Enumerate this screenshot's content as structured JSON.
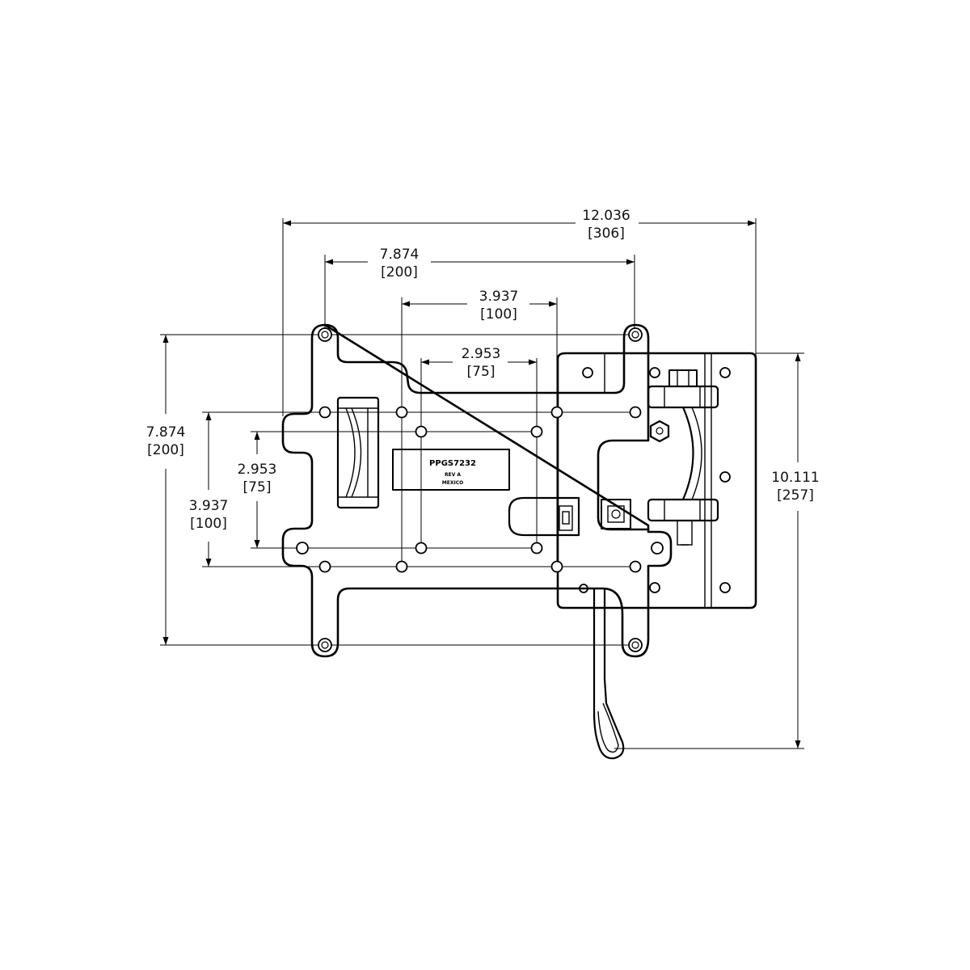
{
  "dimensions": {
    "overall_width": {
      "value": "12.036",
      "mm": "306"
    },
    "outer_holes_width": {
      "value": "7.874",
      "mm": "200"
    },
    "inner_holes_width_100": {
      "value": "3.937",
      "mm": "100"
    },
    "inner_holes_width_75": {
      "value": "2.953",
      "mm": "75"
    },
    "outer_holes_height": {
      "value": "7.874",
      "mm": "200"
    },
    "holes_height_75": {
      "value": "2.953",
      "mm": "75"
    },
    "holes_height_100": {
      "value": "3.937",
      "mm": "100"
    },
    "overall_height": {
      "value": "10.111",
      "mm": "257"
    }
  },
  "part_label": {
    "line1": "PPGS7232",
    "line2": "REV A",
    "line3": "MEXICO"
  },
  "icons": [
    "mounting-plate",
    "vesa-hole",
    "bolt-hex",
    "pull-handle",
    "hinge-clamp"
  ]
}
